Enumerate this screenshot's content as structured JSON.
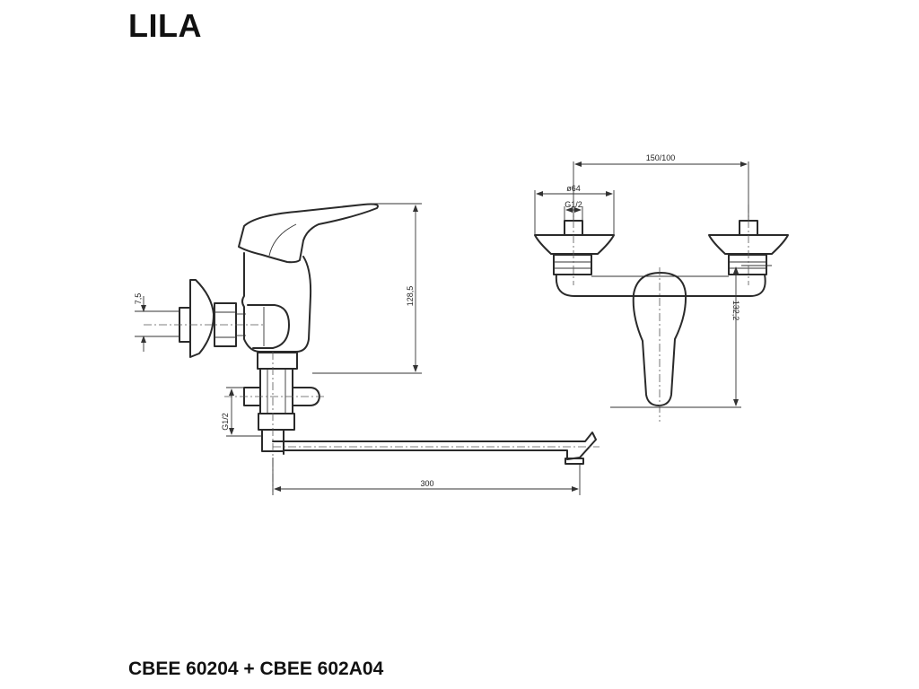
{
  "title": "LILA",
  "product_codes": "CBEE 60204 + CBEE 602A04",
  "side_view": {
    "dim_height": "128,5",
    "dim_inlet": "7,5",
    "dim_thread": "G1/2",
    "dim_spout_length": "300"
  },
  "front_view": {
    "dim_spacing": "150/100",
    "dim_flange": "ø64",
    "dim_thread": "G1/2",
    "dim_height": "132,2"
  }
}
